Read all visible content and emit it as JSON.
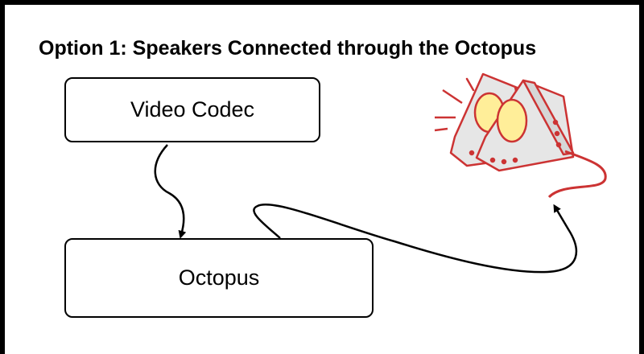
{
  "title": "Option 1: Speakers Connected through the Octopus",
  "nodes": {
    "codec": "Video Codec",
    "octopus": "Octopus"
  },
  "edges": [
    {
      "from": "Video Codec",
      "to": "Octopus"
    },
    {
      "from": "Octopus",
      "to": "speakers"
    }
  ],
  "icons": {
    "speakers": "speakers-icon"
  },
  "colors": {
    "border": "#000000",
    "speaker_outline": "#cc3333",
    "speaker_body": "#e6e6e6",
    "speaker_cone": "#ffee99"
  }
}
